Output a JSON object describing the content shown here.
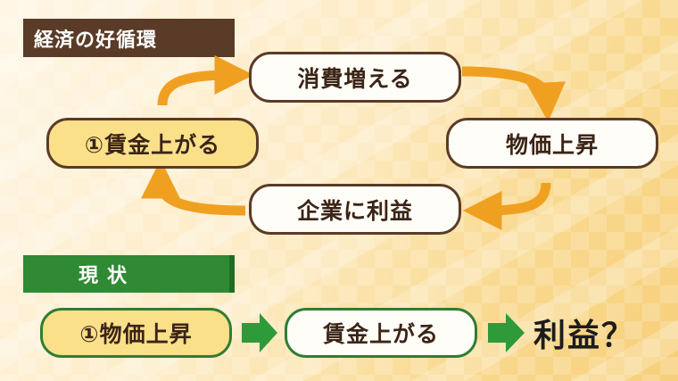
{
  "cycle": {
    "title": "経済の好循環",
    "consumption": "消費増える",
    "wages": "①賃金上がる",
    "prices": "物価上昇",
    "profits": "企業に利益"
  },
  "current": {
    "title": "現状",
    "step1": "①物価上昇",
    "step2": "賃金上がる",
    "result": "利益？"
  },
  "colors": {
    "brown": "#5a3b27",
    "green": "#2f8a33",
    "orange_arrow": "#f0a020",
    "green_arrow": "#2f9a3a",
    "highlight": "#fbe08a"
  }
}
